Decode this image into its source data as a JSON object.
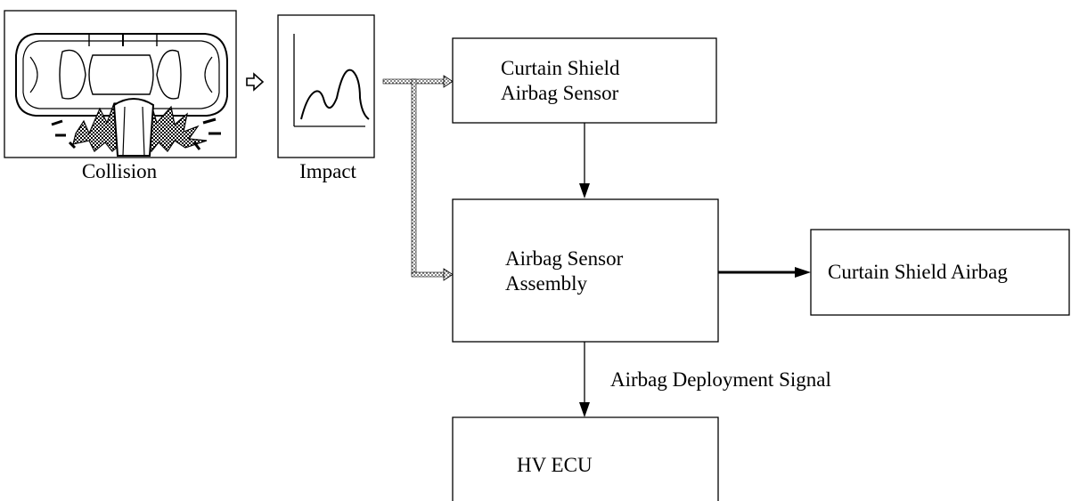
{
  "labels": {
    "collision": "Collision",
    "impact": "Impact",
    "curtain_sensor_line1": "Curtain Shield",
    "curtain_sensor_line2": "Airbag Sensor",
    "assembly_line1": "Airbag Sensor",
    "assembly_line2": "Assembly",
    "curtain_airbag": "Curtain Shield Airbag",
    "deploy_signal": "Airbag Deployment Signal",
    "hv_ecu": "HV ECU"
  }
}
